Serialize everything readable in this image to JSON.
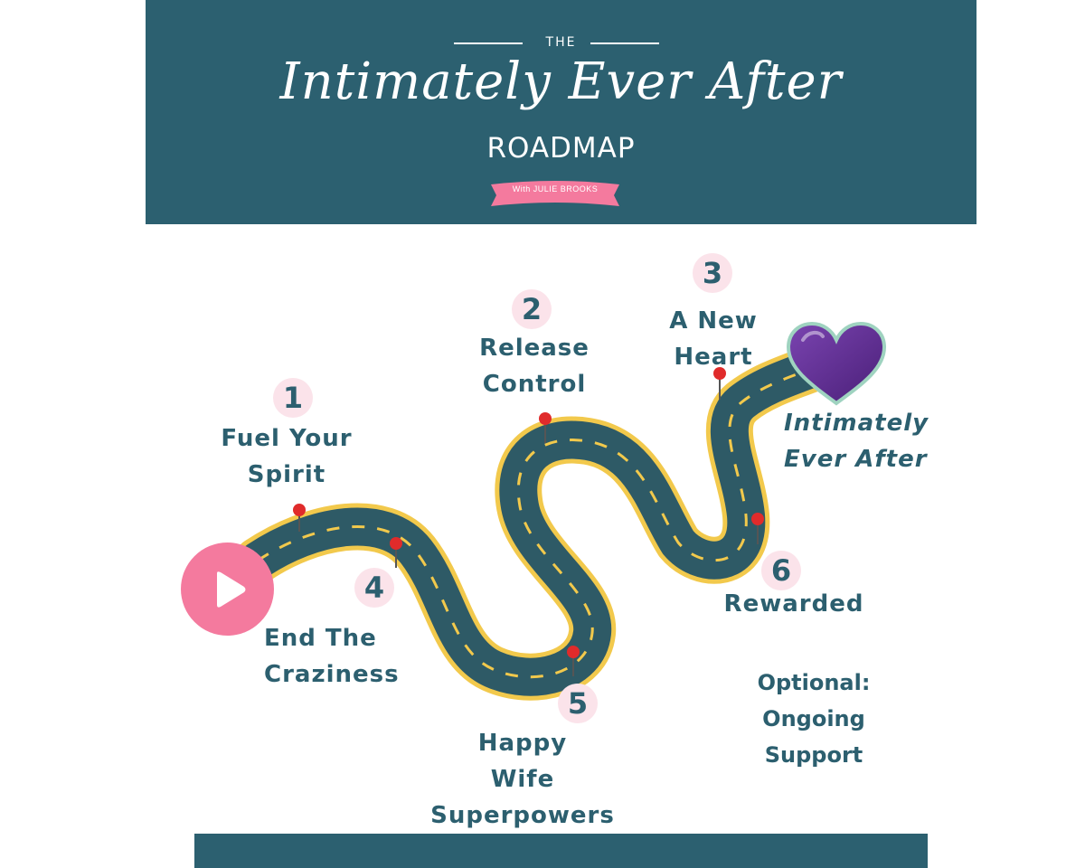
{
  "header": {
    "the": "THE",
    "title": "Intimately Ever After",
    "subtitle": "ROADMAP",
    "ribbon": "With JULIE BROOKS"
  },
  "steps": [
    {
      "number": "1",
      "line1": "Fuel Your",
      "line2": "Spirit"
    },
    {
      "number": "2",
      "line1": "Release",
      "line2": "Control"
    },
    {
      "number": "3",
      "line1": "A New",
      "line2": "Heart"
    },
    {
      "number": "4",
      "line1": "End The",
      "line2": "Craziness"
    },
    {
      "number": "5",
      "line1": "Happy",
      "line2": "Wife",
      "line3": "Superpowers"
    },
    {
      "number": "6",
      "line1": "Rewarded"
    }
  ],
  "destination": {
    "line1": "Intimately",
    "line2": "Ever After"
  },
  "optional": {
    "line1": "Optional:",
    "line2": "Ongoing",
    "line3": "Support"
  },
  "colors": {
    "teal": "#2c6070",
    "road": "#2e5a66",
    "road_edge": "#f2c94c",
    "pink": "#f47a9e",
    "number_bg": "#fbe3ea",
    "heart": "#5b2c8f"
  },
  "icons": {
    "start": "play-icon",
    "end": "heart-icon",
    "markers": "map-pin-icon"
  }
}
